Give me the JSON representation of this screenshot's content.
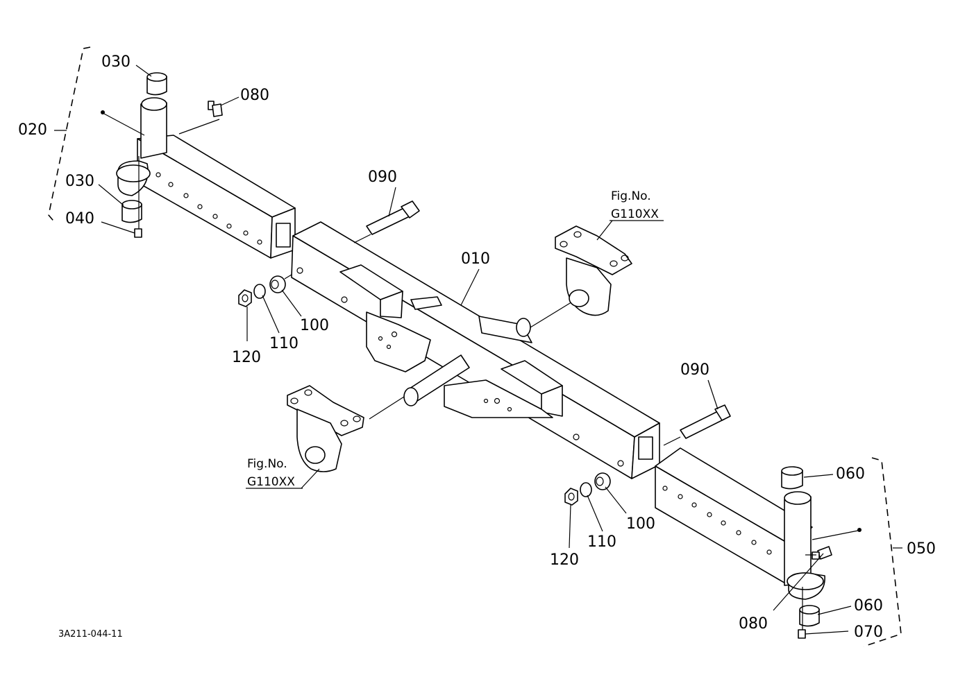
{
  "callouts": {
    "c030_top": "030",
    "c080_top": "080",
    "c020": "020",
    "c030_mid": "030",
    "c040": "040",
    "c090_top": "090",
    "c010": "010",
    "c100_left": "100",
    "c110_left": "110",
    "c120_left": "120",
    "c090_right": "090",
    "c060_top": "060",
    "c050": "050",
    "c100_right": "100",
    "c110_right": "110",
    "c120_right": "120",
    "c080_bottom": "080",
    "c060_bottom": "060",
    "c070": "070"
  },
  "fig_refs": {
    "upper": {
      "label": "Fig.No.",
      "number": "G110XX"
    },
    "lower": {
      "label": "Fig.No.",
      "number": "G110XX"
    }
  },
  "drawing_code": "3A211-044-11"
}
